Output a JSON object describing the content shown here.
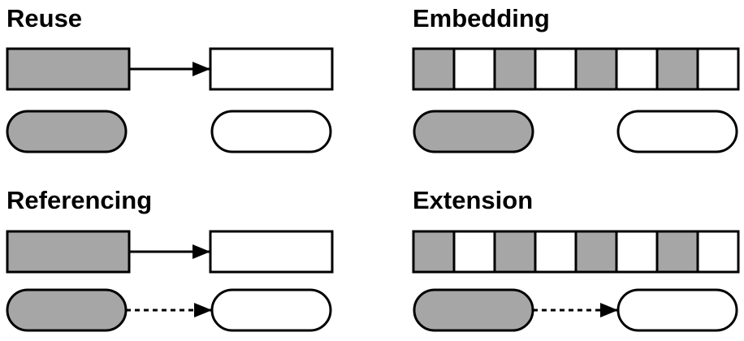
{
  "panels": {
    "reuse": {
      "title": "Reuse"
    },
    "embedding": {
      "title": "Embedding"
    },
    "referencing": {
      "title": "Referencing"
    },
    "extension": {
      "title": "Extension"
    }
  },
  "colors": {
    "fill_gray": "#a6a6a6",
    "fill_white": "#ffffff",
    "stroke": "#000000"
  }
}
